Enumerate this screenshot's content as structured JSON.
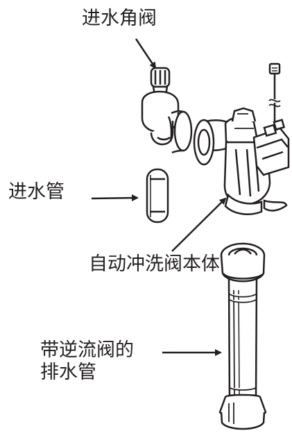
{
  "labels": {
    "angle_valve": "进水角阀",
    "inlet_pipe": "进水管",
    "valve_body": "自动冲洗阀本体",
    "drain_pipe_line1": "带逆流阀的",
    "drain_pipe_line2": "排水管"
  },
  "colors": {
    "ink": "#231f20",
    "fill": "#ffffff",
    "shade": "#d9d9d9"
  }
}
